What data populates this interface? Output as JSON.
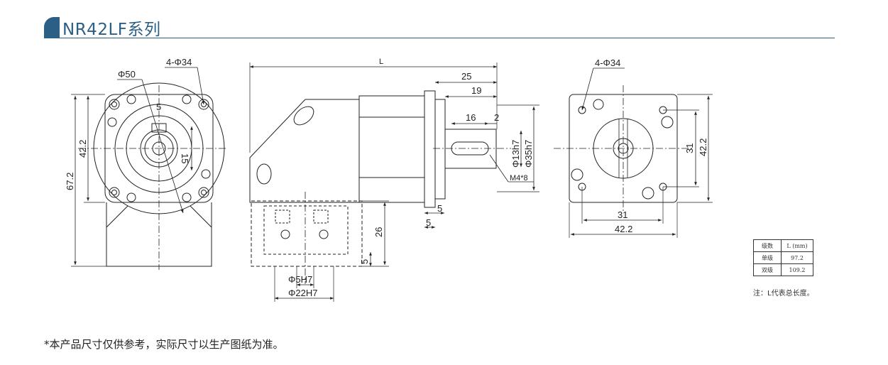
{
  "header": {
    "title": "NR42LF系列"
  },
  "left_view": {
    "holes_label": "4-Φ34",
    "pcd_label": "Φ50",
    "key_width": "5",
    "key_height": "15",
    "flange_size": "42.2",
    "overall_height": "67.2"
  },
  "middle_view": {
    "length_label": "L",
    "dim_25": "25",
    "dim_19": "19",
    "dim_16": "16",
    "dim_2": "2",
    "shaft_dia": "Φ13h7",
    "spigot_dia": "Φ35h7",
    "thread": "M4*8",
    "dim_5a": "5",
    "dim_5b": "5",
    "dim_26": "26",
    "dim_5c": "5",
    "bore_small": "Φ5H7",
    "bore_large": "Φ22H7"
  },
  "right_view": {
    "holes_label": "4-Φ34",
    "pcd_h": "31",
    "flange_h": "42.2",
    "pcd_w": "31",
    "flange_w": "42.2"
  },
  "spec_table": {
    "header": [
      "级数",
      "L (mm)"
    ],
    "rows": [
      [
        "单级",
        "97.2"
      ],
      [
        "双级",
        "109.2"
      ]
    ],
    "note": "注：L代表总长度。"
  },
  "footnote": "*本产品尺寸仅供参考，实际尺寸以生产图纸为准。"
}
